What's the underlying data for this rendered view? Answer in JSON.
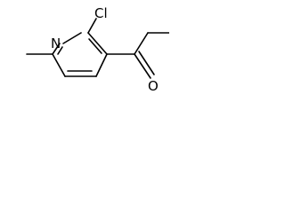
{
  "structure": {
    "atoms": {
      "nitrogen": "N",
      "chlorine": "Cl",
      "oxygen": "O"
    },
    "colors": {
      "background": "#ffffff",
      "bond": "#000000",
      "label": "#000000"
    }
  }
}
